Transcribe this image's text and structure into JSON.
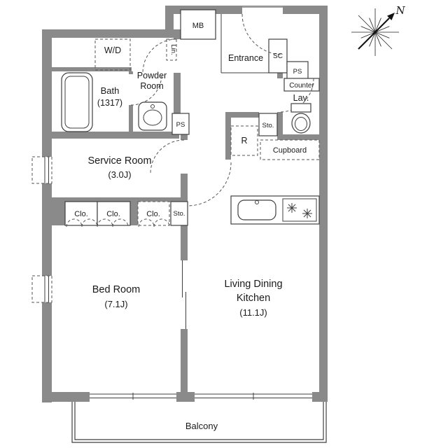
{
  "compass": {
    "north_label": "N"
  },
  "rooms": {
    "washer_dryer": "W/D",
    "bath_name": "Bath",
    "bath_size": "(1317)",
    "powder_line1": "Powder",
    "powder_line2": "Room",
    "linen": "Lin.",
    "meter_box": "MB",
    "entrance": "Entrance",
    "shoe_closet": "SC",
    "pipe_space_top": "PS",
    "counter": "Counter",
    "lavatory": "Lav.",
    "storage_right": "Sto.",
    "refrigerator": "R",
    "cupboard": "Cupboard",
    "pipe_space_mid": "PS",
    "service_name": "Service Room",
    "service_size": "(3.0J)",
    "closet1": "Clo.",
    "closet2": "Clo.",
    "closet3": "Clo.",
    "storage_mid": "Sto.",
    "bedroom_name": "Bed Room",
    "bedroom_size": "(7.1J)",
    "ldk_line1": "Living Dining",
    "ldk_line2": "Kitchen",
    "ldk_size": "(11.1J)",
    "balcony": "Balcony"
  },
  "colors": {
    "wall_fill": "#8a8a8a",
    "line": "#3f3f3f",
    "text": "#1a1a1a",
    "background": "#ffffff"
  }
}
